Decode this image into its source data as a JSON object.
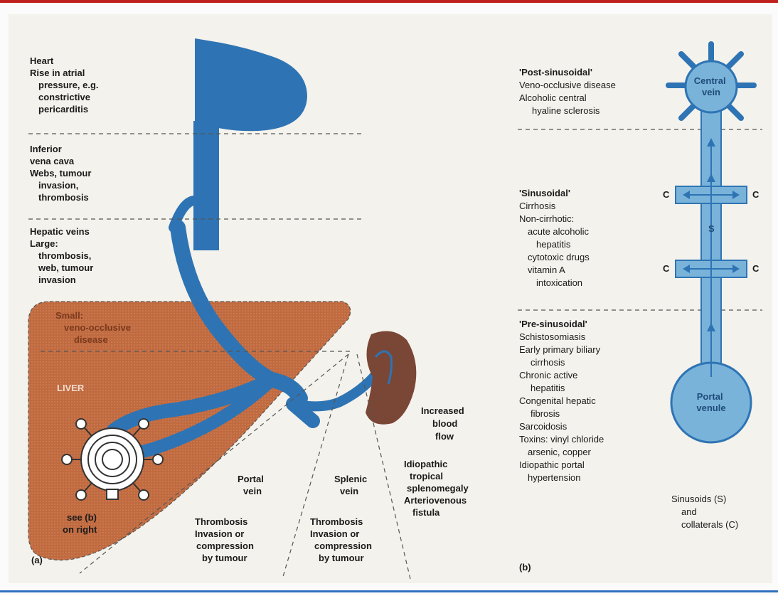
{
  "panel_a": {
    "heart": [
      "Heart",
      "Rise in atrial",
      "pressure, e.g.",
      "constrictive",
      "pericarditis"
    ],
    "ivc": [
      "Inferior",
      "vena cava",
      "Webs, tumour",
      "invasion,",
      "thrombosis"
    ],
    "hepatic": [
      "Hepatic veins",
      "Large:",
      "thrombosis,",
      "web, tumour",
      "invasion"
    ],
    "small": [
      "Small:",
      "veno-occlusive",
      "disease"
    ],
    "liver": "LIVER",
    "see_b": [
      "see (b)",
      "on right"
    ],
    "portal_vein": [
      "Portal",
      "vein"
    ],
    "portal_causes": [
      "Thrombosis",
      "Invasion or",
      "compression",
      "by tumour"
    ],
    "splenic_vein": [
      "Splenic",
      "vein"
    ],
    "splenic_causes": [
      "Thrombosis",
      "Invasion or",
      "compression",
      "by tumour"
    ],
    "flow": [
      "Increased",
      "blood",
      "flow"
    ],
    "flow_causes": [
      "Idiopathic",
      "tropical",
      "splenomegaly",
      "Arteriovenous",
      "fistula"
    ],
    "label": "(a)"
  },
  "panel_b": {
    "post": [
      "'Post-sinusoidal'",
      "Veno-occlusive disease",
      "Alcoholic central",
      "hyaline sclerosis"
    ],
    "sinus": [
      "'Sinusoidal'",
      "Cirrhosis",
      "Non-cirrhotic:",
      "acute alcoholic",
      "hepatitis",
      "cytotoxic drugs",
      "vitamin A",
      "intoxication"
    ],
    "pre": [
      "'Pre-sinusoidal'",
      "Schistosomiasis",
      "Early primary biliary",
      "cirrhosis",
      "Chronic active",
      "hepatitis",
      "Congenital hepatic",
      "fibrosis",
      "Sarcoidosis",
      "Toxins: vinyl chloride",
      "arsenic, copper",
      "Idiopathic portal",
      "hypertension"
    ],
    "central_vein": [
      "Central",
      "vein"
    ],
    "portal_venule": [
      "Portal",
      "venule"
    ],
    "s": "S",
    "c": "C",
    "legend": [
      "Sinusoids (S)",
      "and",
      "collaterals (C)"
    ],
    "label": "(b)"
  },
  "colors": {
    "vein_blue": "#2e74b4",
    "light_blue": "#7ab3da",
    "liver": "#c06a40",
    "spleen": "#7a4636",
    "top_rule": "#c0201c",
    "bottom_rule": "#2f6fbf"
  }
}
